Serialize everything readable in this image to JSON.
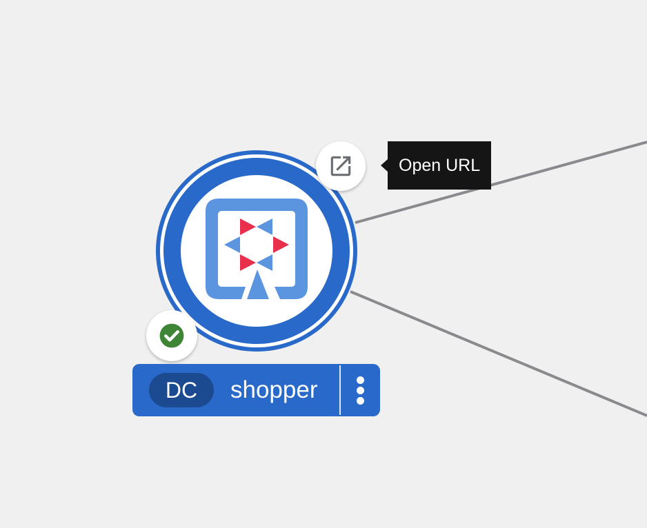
{
  "topology": {
    "node": {
      "name": "shopper",
      "kind_badge": "DC",
      "icon": "quarkus-logo-icon",
      "status": "success",
      "status_icon": "check-circle-icon"
    },
    "open_url": {
      "icon": "external-link-icon",
      "tooltip": "Open URL"
    },
    "actions_icon": "kebab-icon"
  },
  "colors": {
    "background": "#f0f0f0",
    "node_ring": "#2869c9",
    "label_bg": "#2869c9",
    "badge_bg": "#1b4a91",
    "edge": "#8a8a8e",
    "success": "#3e8635",
    "logo_blue": "#5b95e0",
    "logo_red": "#e8304c",
    "tooltip_bg": "#151515"
  }
}
